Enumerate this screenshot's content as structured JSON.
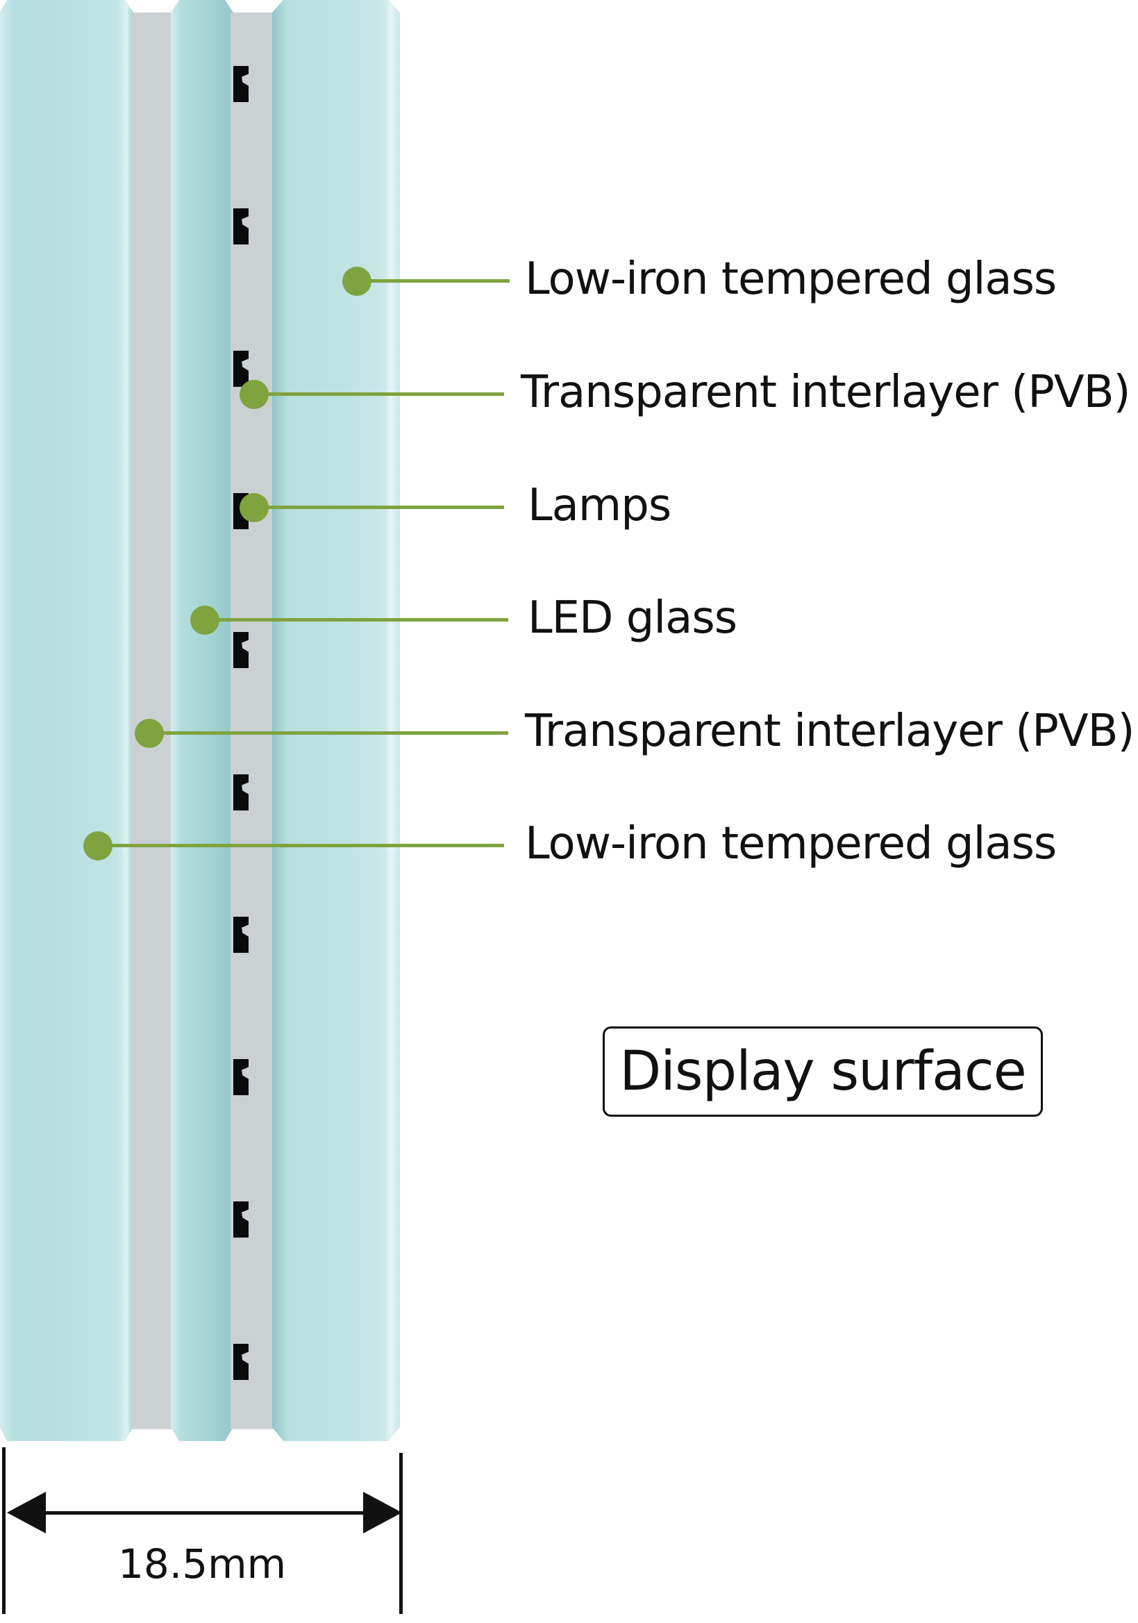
{
  "diagram": {
    "title": "LED glass laminated cross-section",
    "colors": {
      "glass": "#b9dfe0",
      "interlayer": "#cbd0d3",
      "lamp": "#0a0a0a",
      "leader": "#7fa33f",
      "text": "#111111"
    },
    "labels": [
      {
        "id": "outer-glass-right",
        "text": "Low-iron tempered glass"
      },
      {
        "id": "pvb-right",
        "text": "Transparent interlayer (PVB)"
      },
      {
        "id": "lamps",
        "text": "Lamps"
      },
      {
        "id": "led-glass",
        "text": "LED glass"
      },
      {
        "id": "pvb-left",
        "text": "Transparent interlayer (PVB)"
      },
      {
        "id": "outer-glass-left",
        "text": "Low-iron tempered glass"
      }
    ],
    "display_surface": "Display surface",
    "dimension": "18.5mm",
    "lamp_count": 10
  }
}
